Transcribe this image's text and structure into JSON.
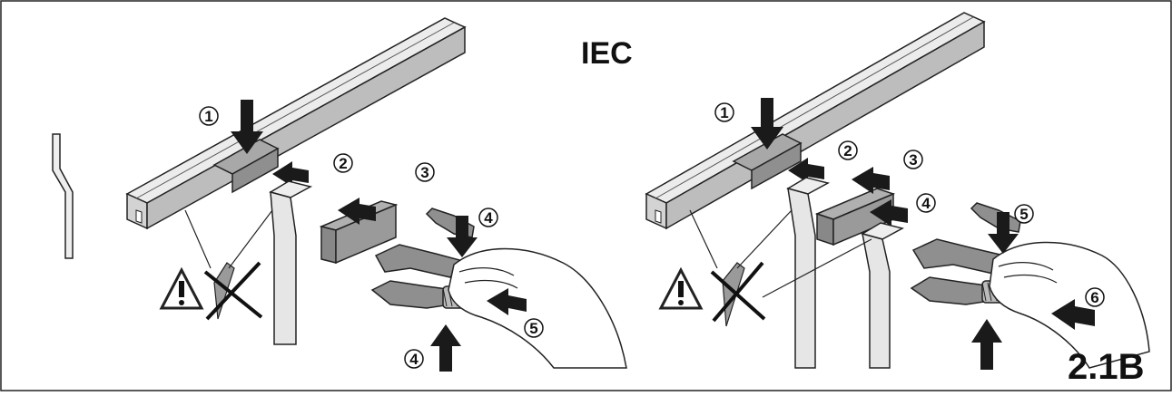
{
  "title": "IEC",
  "figure_id": "2.1B",
  "colors": {
    "outline": "#222222",
    "rail_light": "#e4e4e4",
    "rail_mid": "#cfcfcf",
    "rail_dark": "#b5b5b5",
    "tape_gray": "#8f8f8f",
    "arrow": "#1a1a1a"
  },
  "left_panel": {
    "steps": [
      {
        "label": "1"
      },
      {
        "label": "2"
      },
      {
        "label": "3"
      },
      {
        "label": "4"
      },
      {
        "label": "5"
      },
      {
        "label": "4"
      }
    ],
    "warning_icon": "warning-triangle-icon",
    "prohibited_icon": "cross-out-knife-icon"
  },
  "right_panel": {
    "steps": [
      {
        "label": "1"
      },
      {
        "label": "2"
      },
      {
        "label": "3"
      },
      {
        "label": "4"
      },
      {
        "label": "5"
      },
      {
        "label": "6"
      }
    ],
    "warning_icon": "warning-triangle-icon",
    "prohibited_icon": "cross-out-knife-icon"
  }
}
